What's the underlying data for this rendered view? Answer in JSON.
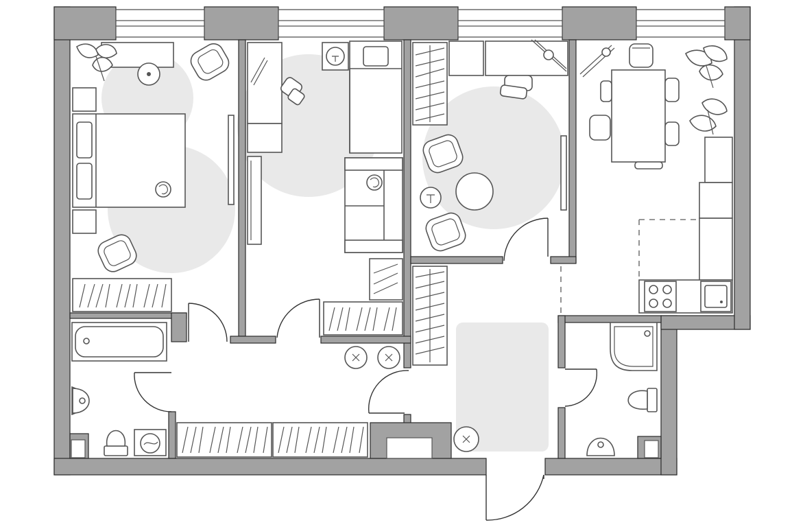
{
  "floorplan": {
    "type": "apartment floor plan",
    "labels_printed": false,
    "colors": {
      "walls": "#a2a2a2",
      "wall_outline": "#2a2a2a",
      "furniture_line": "#555555",
      "rug": "#e9e9e9",
      "background": "#ffffff"
    },
    "rooms": [
      "bedroom",
      "bedroom-2",
      "living-room",
      "kitchen-dining",
      "hallway",
      "bathroom",
      "wc"
    ],
    "icons": [
      "bed-icon",
      "armchair-icon",
      "plant-icon",
      "sofa-icon",
      "dining-table-icon",
      "chair-icon",
      "stove-icon",
      "sink-icon",
      "bathtub-icon",
      "toilet-icon",
      "shower-icon",
      "washing-machine-icon",
      "wardrobe-icon",
      "cat-icon",
      "fan-icon",
      "door-icon",
      "window-icon"
    ]
  }
}
